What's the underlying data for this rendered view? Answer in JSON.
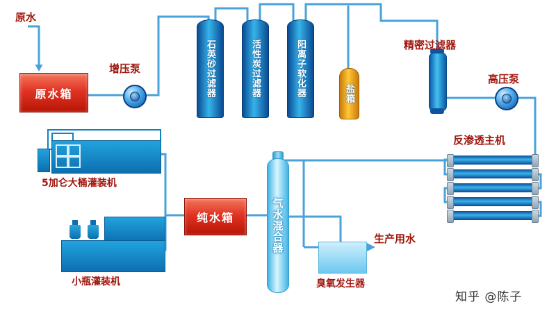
{
  "nodes": {
    "raw_water": "原水",
    "raw_water_tank": "原水箱",
    "booster_pump": "增压泵",
    "quartz_sand_filter": "石英砂过滤器",
    "activated_carbon_filter": "活性炭过滤器",
    "cation_softener": "阳离子软化器",
    "salt_tank": "盐箱",
    "precision_filter": "精密过滤器",
    "high_pressure_pump": "高压泵",
    "ro_main_unit": "反渗透主机",
    "pure_water_tank": "纯水箱",
    "gas_water_mixer": "气水混合器",
    "ozone_generator": "臭氧发生器",
    "production_water": "生产用水",
    "barrel_filling_machine": "5加仑大桶灌装机",
    "bottle_filling_machine": "小瓶灌装机"
  },
  "watermark": "知乎 @陈子",
  "colors": {
    "pipe_blue": "#4aa2da",
    "label_red": "#a0170e",
    "tank_blue_dark": "#0a4a92",
    "tank_blue_light": "#36b3ea",
    "red_tank": "#e03424",
    "salt_yellow": "#ffc838",
    "mixer_cyan": "#d9f5fe",
    "ozone_blue": "#6cc8ee"
  }
}
